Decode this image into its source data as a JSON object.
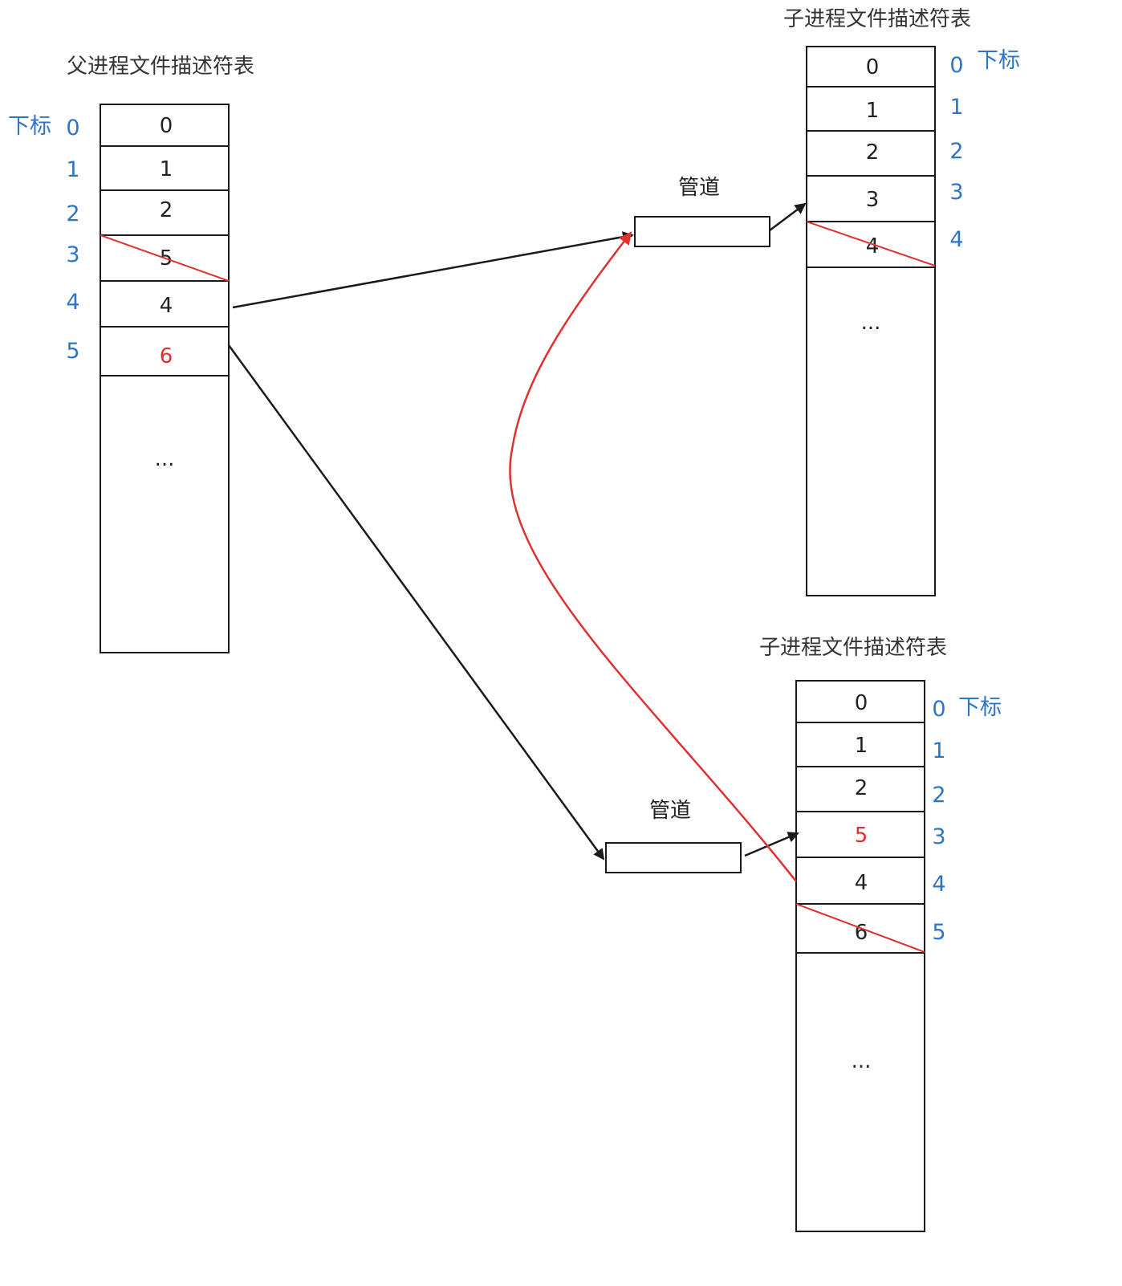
{
  "colors": {
    "highlight": "#e03030",
    "index": "#2e75c6",
    "line": "#1a1a1a"
  },
  "index_word": "下标",
  "pipe_label": "管道",
  "parent": {
    "title": "父进程文件描述符表",
    "cells": [
      "0",
      "1",
      "2",
      "5",
      "4",
      "6"
    ],
    "indices": [
      "0",
      "1",
      "2",
      "3",
      "4",
      "5"
    ],
    "ellipsis": "..."
  },
  "child_top": {
    "title": "子进程文件描述符表",
    "cells": [
      "0",
      "1",
      "2",
      "3",
      "4"
    ],
    "indices": [
      "0",
      "1",
      "2",
      "3",
      "4"
    ],
    "ellipsis": "..."
  },
  "child_bottom": {
    "title": "子进程文件描述符表",
    "cells": [
      "0",
      "1",
      "2",
      "5",
      "4",
      "6"
    ],
    "indices": [
      "0",
      "1",
      "2",
      "3",
      "4",
      "5"
    ],
    "ellipsis": "..."
  }
}
